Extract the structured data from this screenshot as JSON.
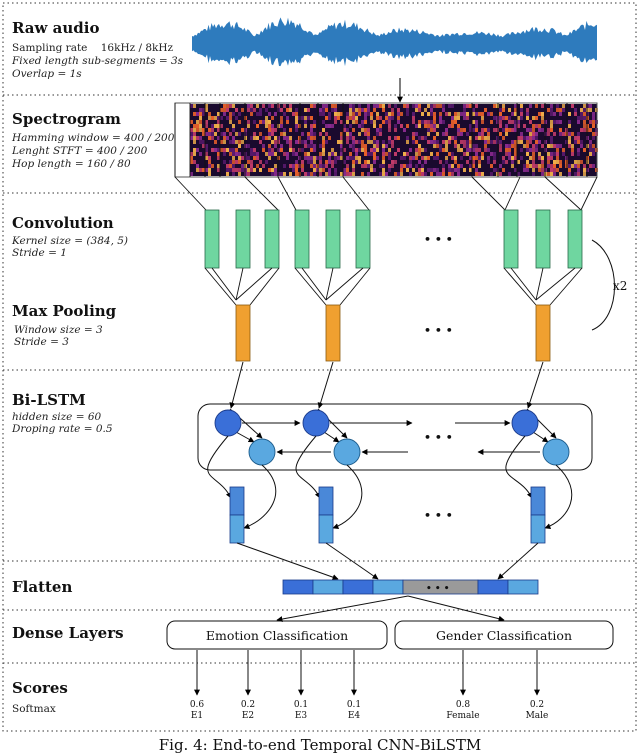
{
  "sections": {
    "raw_audio": {
      "title": "Raw audio",
      "lines": [
        "Sampling rate    16kHz / 8kHz",
        "Fixed length sub-segments = 3s",
        "Overlap = 1s"
      ]
    },
    "spectrogram": {
      "title": "Spectrogram",
      "lines": [
        "Hamming window = 400 / 200",
        "Lenght STFT = 400 / 200",
        "Hop length = 160 / 80"
      ]
    },
    "convolution": {
      "title": "Convolution",
      "lines": [
        "Kernel size = (384, 5)",
        "Stride = 1"
      ]
    },
    "max_pooling": {
      "title": "Max Pooling",
      "lines": [
        "Window size = 3",
        "Stride = 3"
      ]
    },
    "repeat_label": "x2",
    "bilstm": {
      "title": "Bi-LSTM",
      "lines": [
        "hidden size = 60",
        "Droping rate = 0.5"
      ]
    },
    "flatten": {
      "title": "Flatten"
    },
    "dense": {
      "title": "Dense Layers",
      "emotion_box": "Emotion Classification",
      "gender_box": "Gender Classification"
    },
    "scores": {
      "title": "Scores",
      "method": "Softmax",
      "outputs": [
        {
          "value": "0.6",
          "label": "E1"
        },
        {
          "value": "0.2",
          "label": "E2"
        },
        {
          "value": "0.1",
          "label": "E3"
        },
        {
          "value": "0.1",
          "label": "E4"
        },
        {
          "value": "0.8",
          "label": "Female"
        },
        {
          "value": "0.2",
          "label": "Male"
        }
      ]
    }
  },
  "ellipsis": "• • •",
  "caption": "Fig. 4: End-to-end Temporal CNN-BiLSTM",
  "colors": {
    "waveform": "#2e7bbd",
    "conv_fill": "#6fd6a0",
    "pool_fill": "#f0a030",
    "lstm_fwd": "#3a6fd8",
    "lstm_bwd": "#5aa8e0",
    "out_bar": "#4a88d8",
    "flatten_gray": "#9a9a9a",
    "spectrogram_dark": "#1a0a2e",
    "spectrogram_bright": "#e8602a"
  }
}
